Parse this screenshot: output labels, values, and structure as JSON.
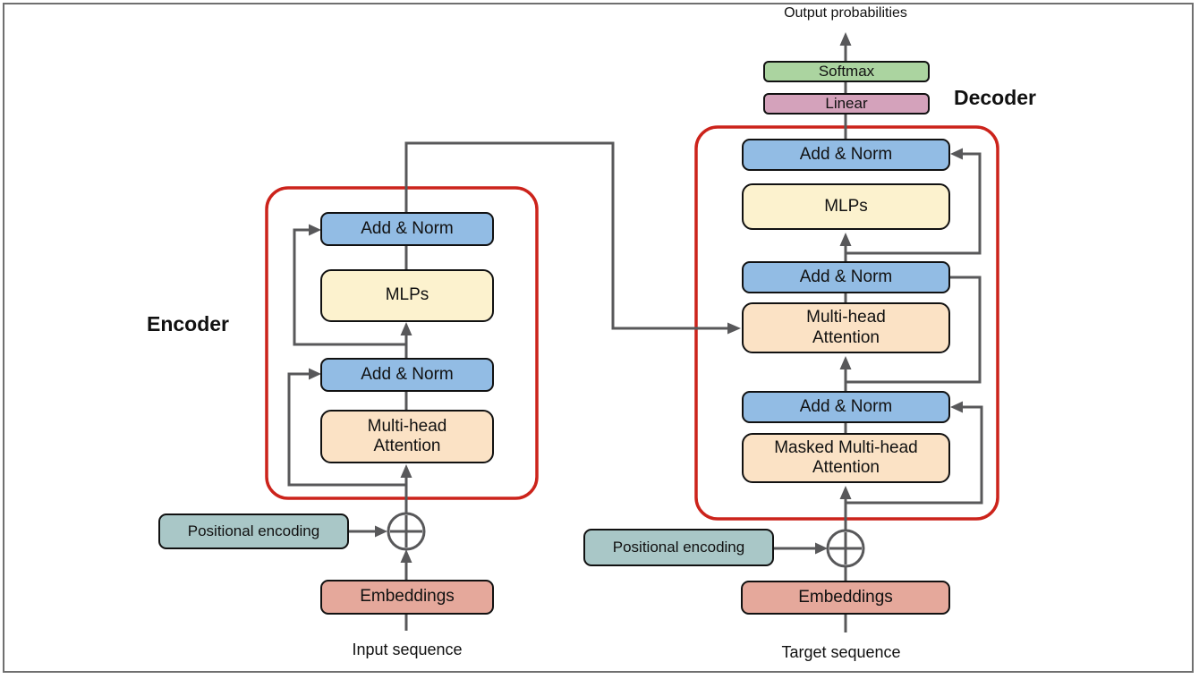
{
  "top": {
    "output_label": "Output probabilities",
    "softmax": "Softmax",
    "linear": "Linear"
  },
  "encoder": {
    "label": "Encoder",
    "blocks": [
      "Add & Norm",
      "MLPs",
      "Add & Norm",
      "Multi-head\nAttention"
    ],
    "positional_encoding": "Positional encoding",
    "embeddings": "Embeddings",
    "input": "Input sequence"
  },
  "decoder": {
    "label": "Decoder",
    "blocks": [
      "Add & Norm",
      "MLPs",
      "Add & Norm",
      "Multi-head\nAttention",
      "Add & Norm",
      "Masked Multi-head\nAttention"
    ],
    "positional_encoding": "Positional encoding",
    "embeddings": "Embeddings",
    "input": "Target sequence"
  },
  "colors": {
    "add_norm_blue": "#92bce4",
    "mlp_yellow": "#fcf2ce",
    "attention_orange": "#fbe2c5",
    "softmax_green": "#abd4a0",
    "linear_pink": "#d4a2bb",
    "embeddings_salmon": "#e5a89b",
    "positional_teal": "#a9c7c7",
    "boundary_red": "#cc231b",
    "wire_gray": "#58585a"
  }
}
